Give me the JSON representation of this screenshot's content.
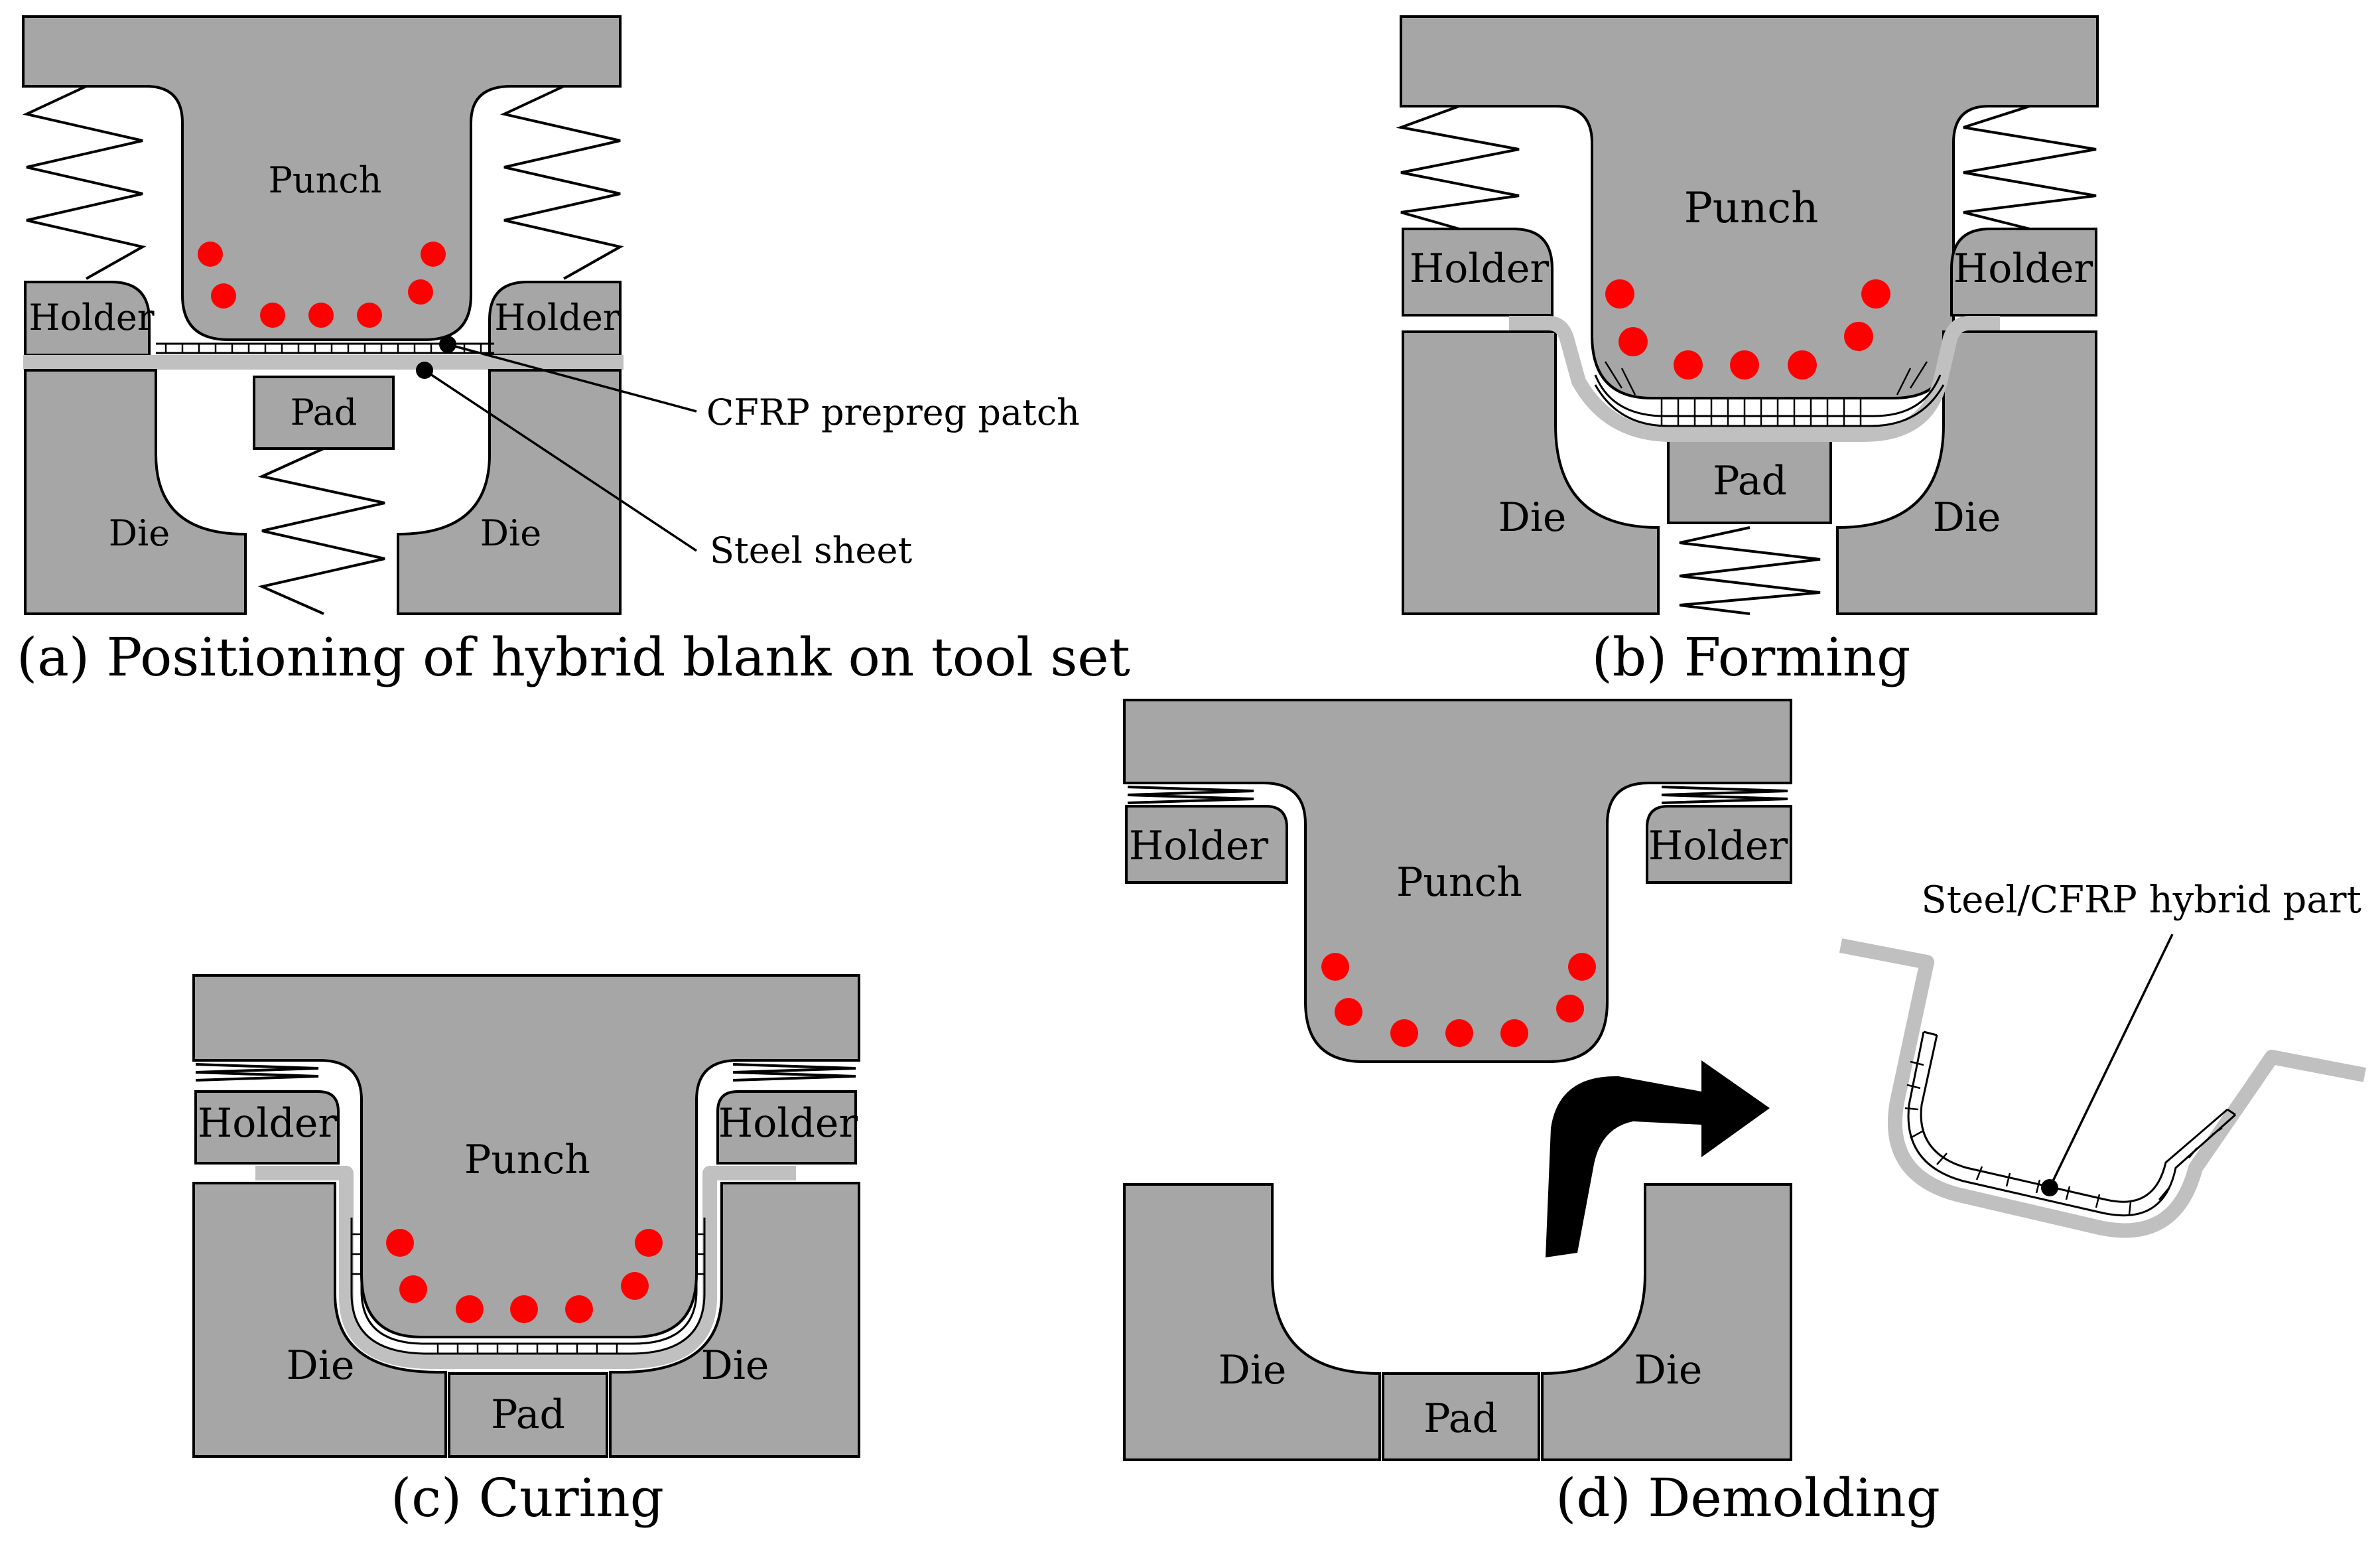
{
  "labels": {
    "punch": "Punch",
    "holder": "Holder",
    "die": "Die",
    "pad": "Pad"
  },
  "annotations": {
    "cfrp": "CFRP prepreg patch",
    "steel": "Steel sheet",
    "hybrid": "Steel/CFRP hybrid part"
  },
  "captions": {
    "a": "(a) Positioning of hybrid blank on tool set",
    "b": "(b) Forming",
    "c": "(c) Curing",
    "d": "(d) Demolding"
  },
  "colors": {
    "tool": "#a6a6a6",
    "steel_sheet": "#c0c0c0",
    "heater": "#ff0000",
    "outline": "#000000"
  }
}
